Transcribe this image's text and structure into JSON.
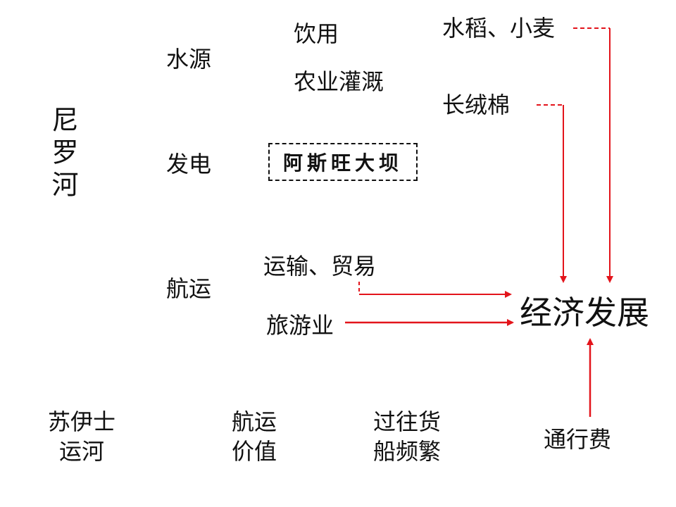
{
  "river": "尼罗河",
  "water_source": {
    "label": "水源",
    "uses": [
      "饮用",
      "农业灌溉"
    ]
  },
  "power": {
    "label": "发电",
    "dam": "阿斯旺大坝"
  },
  "shipping": {
    "label": "航运",
    "uses": [
      "运输、贸易",
      "旅游业"
    ]
  },
  "crops": [
    "水稻、小麦",
    "长绒棉"
  ],
  "goal": "经济发展",
  "bottom_row": {
    "canal": [
      "苏伊士",
      "运河"
    ],
    "value": [
      "航运",
      "价值"
    ],
    "traffic": [
      "过往货",
      "船频繁"
    ],
    "toll": "通行费"
  },
  "colors": {
    "arrow": "#e3141b",
    "text": "#111111"
  }
}
